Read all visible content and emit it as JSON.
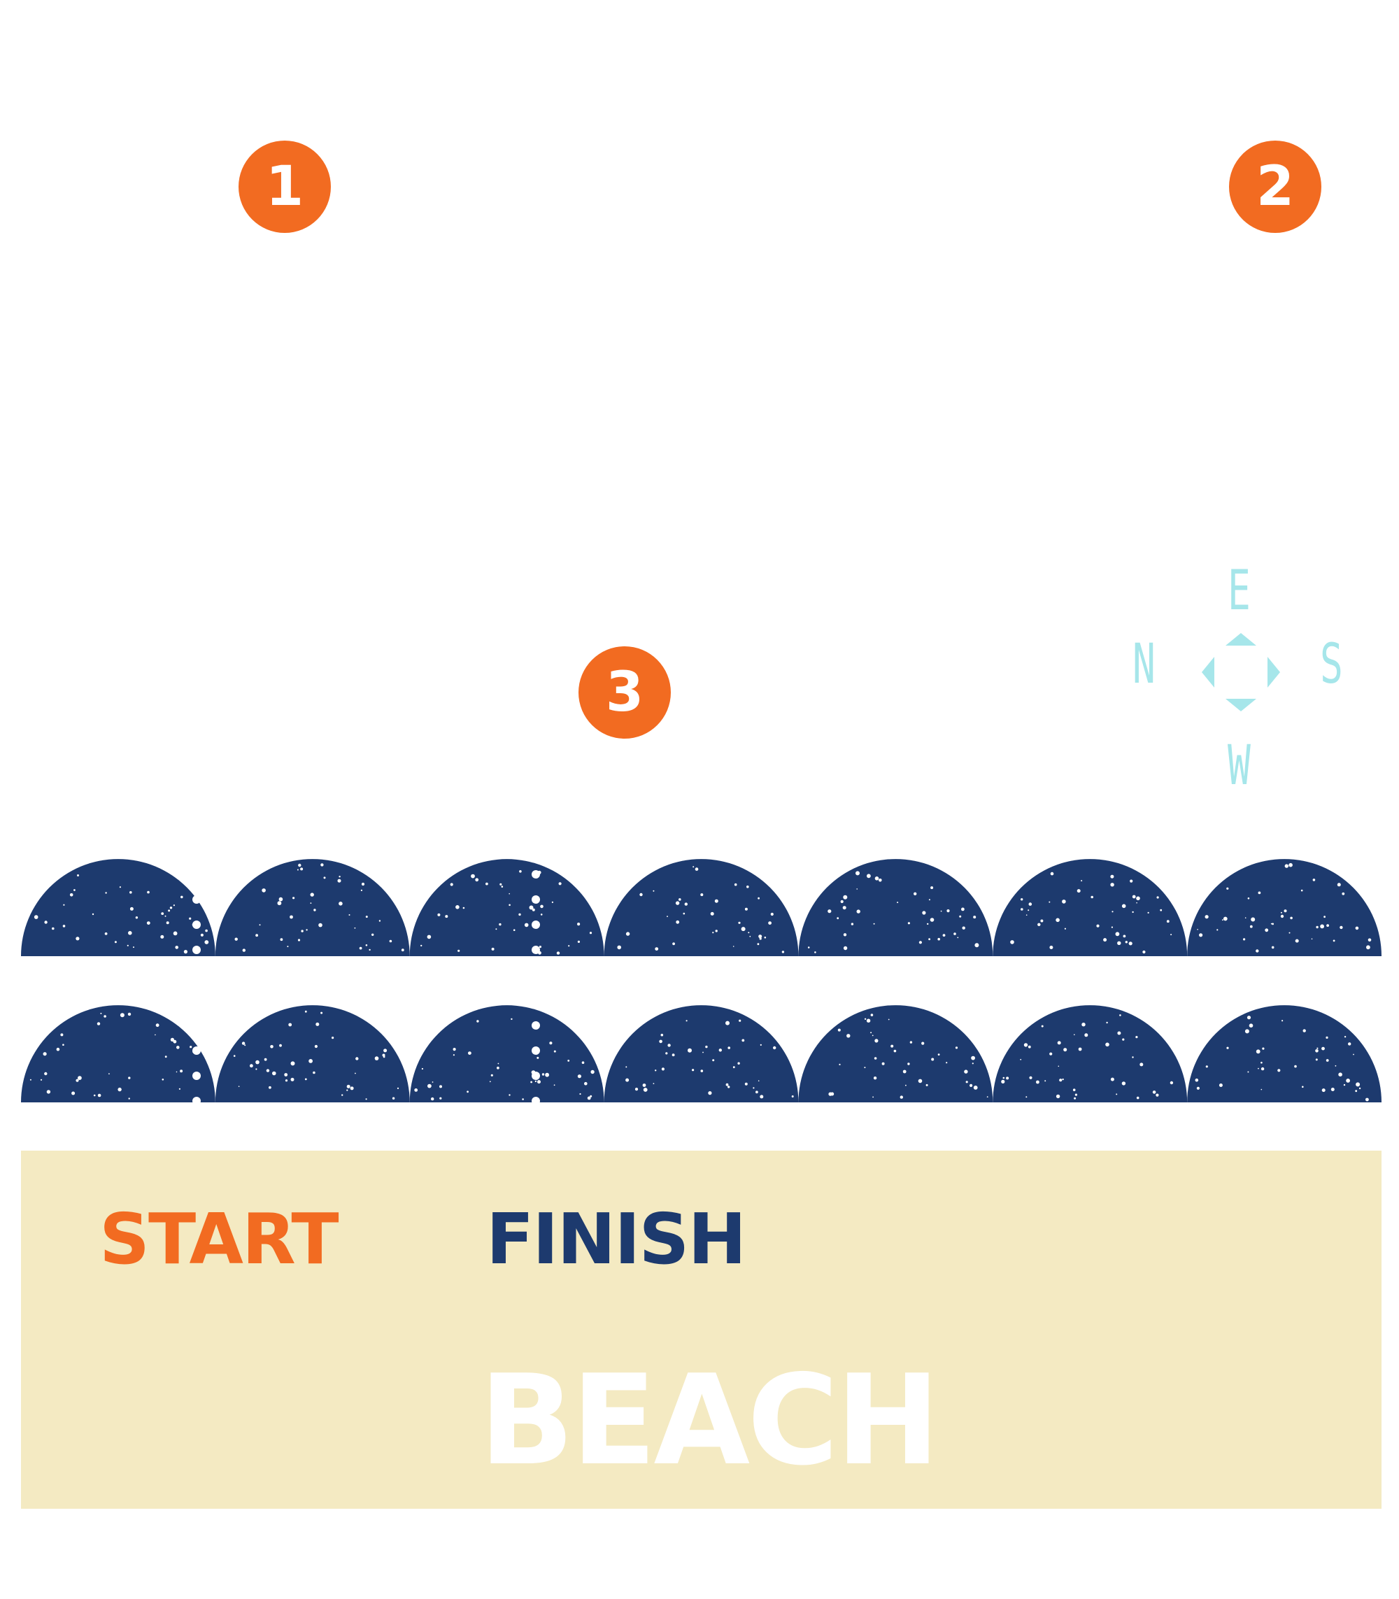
{
  "markers": {
    "m1": "1",
    "m2": "2",
    "m3": "3"
  },
  "compass": {
    "top": "E",
    "left": "N",
    "right": "S",
    "bottom": "W",
    "color": "#a6e6ea"
  },
  "labels": {
    "start": "START",
    "finish": "FINISH",
    "beach": "BEACH"
  },
  "colors": {
    "marker": "#f26b21",
    "waves": "#1d3a6e",
    "beach": "#f4eac2",
    "finish": "#1d3a6e"
  },
  "waves": {
    "rows": 2,
    "per_row": 7
  }
}
